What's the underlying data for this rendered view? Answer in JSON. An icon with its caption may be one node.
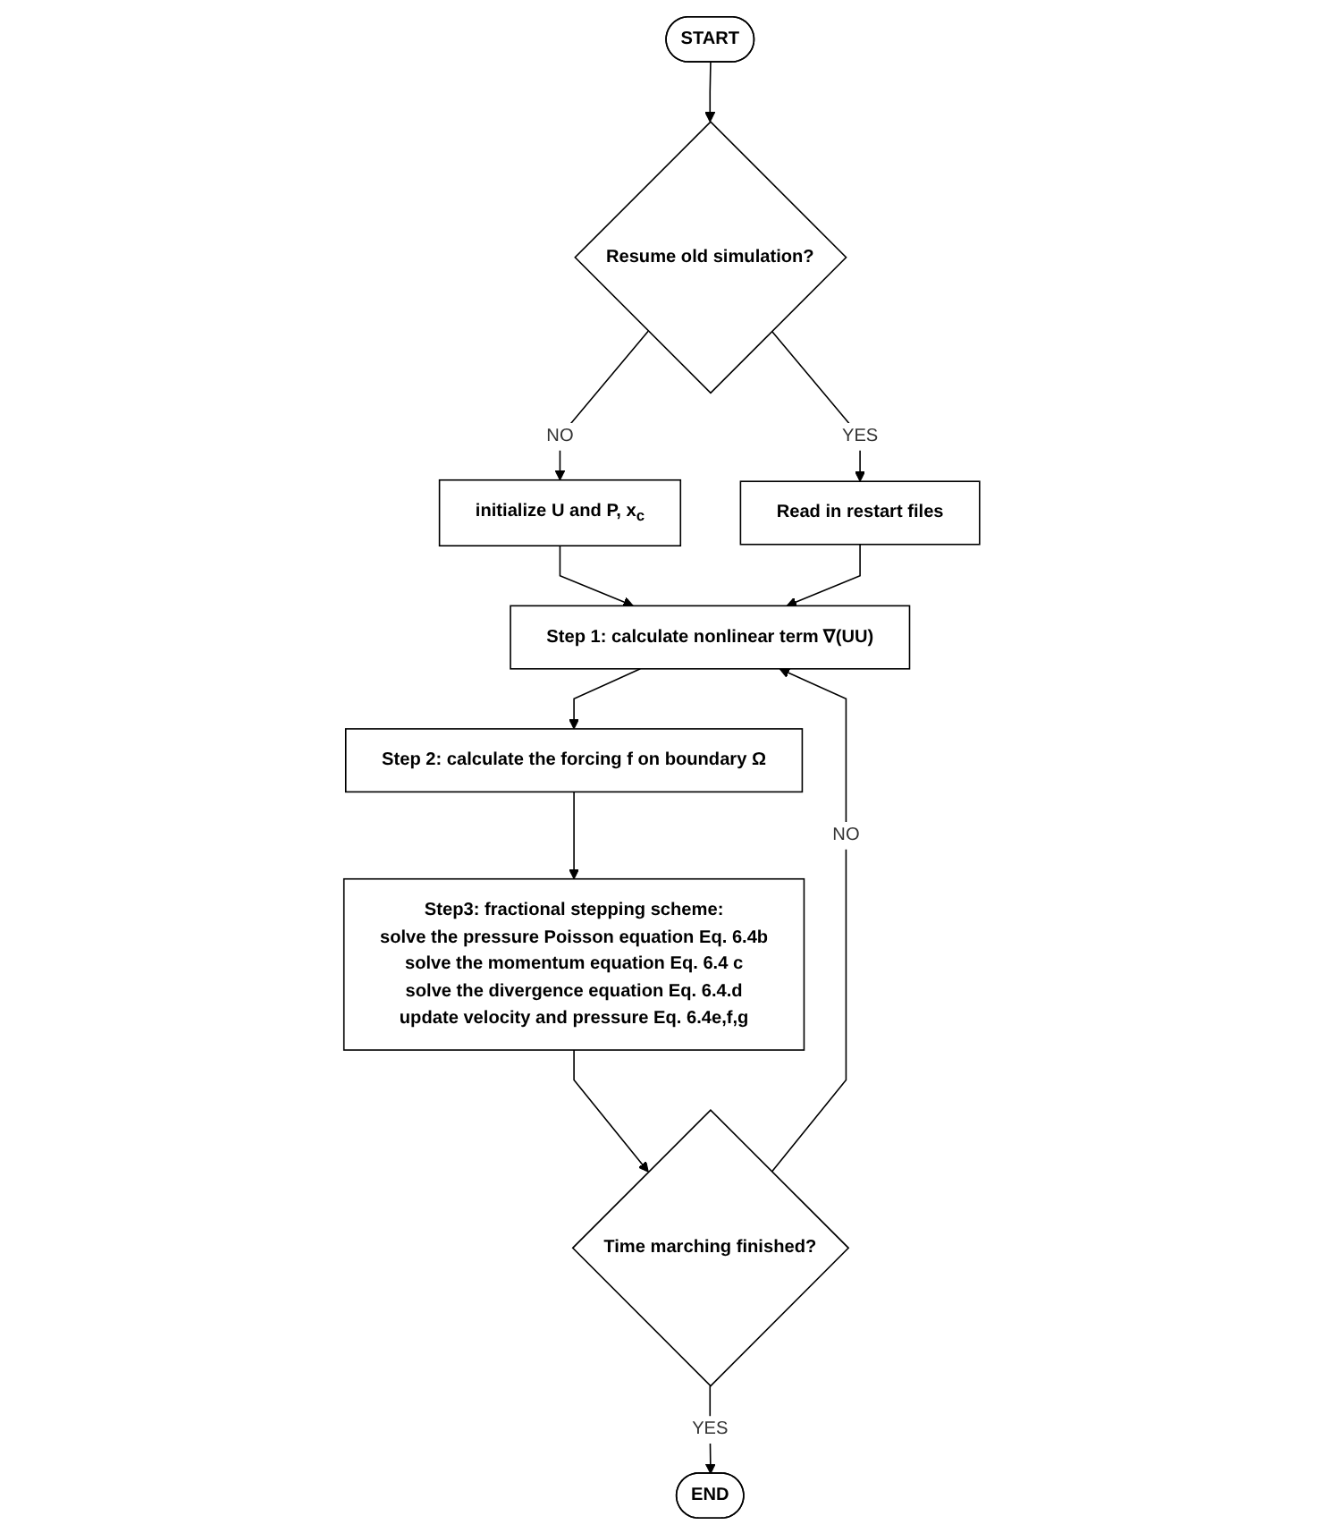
{
  "diagram": {
    "nodes": [
      {
        "text": [
          "START"
        ]
      },
      {
        "text": [
          "Resume old simulation?"
        ]
      },
      {
        "text": [
          "Read in restart files"
        ]
      },
      {
        "text": [
          "initialize U and P, x$_{c}$"
        ]
      },
      {
        "text": [
          "Step 1: calculate nonlinear term ∇(UU)"
        ]
      },
      {
        "text": [
          "Step 2: calculate the forcing f on boundary Ω"
        ]
      },
      {
        "text": [
          "Step3: fractional stepping scheme:",
          "solve the pressure Poisson equation Eq. 6.4b",
          "solve the momentum equation Eq. 6.4 c",
          "solve the divergence equation Eq. 6.4.d",
          "update velocity and pressure Eq. 6.4e,f,g"
        ]
      },
      {
        "text": [
          "Time marching finished?"
        ]
      },
      {
        "text": [
          "END"
        ]
      }
    ],
    "edges": [
      {
        "from": 0,
        "to": 1,
        "arrow": "to"
      },
      {
        "from": 1,
        "to": 2,
        "arrow": "to",
        "label": "YES"
      },
      {
        "from": 1,
        "to": 3,
        "arrow": "to",
        "label": "NO"
      },
      {
        "from": 3,
        "to": 4,
        "arrow": "to"
      },
      {
        "from": 2,
        "to": 4,
        "arrow": "to"
      },
      {
        "from": 4,
        "to": 5,
        "arrow": "to"
      },
      {
        "from": 5,
        "to": 6,
        "arrow": "to"
      },
      {
        "from": 6,
        "to": 7,
        "arrow": "to"
      },
      {
        "from": 7,
        "to": 8,
        "arrow": "to",
        "label": "YES"
      },
      {
        "from": 7,
        "to": 4,
        "arrow": "to",
        "label": "NO"
      }
    ]
  }
}
